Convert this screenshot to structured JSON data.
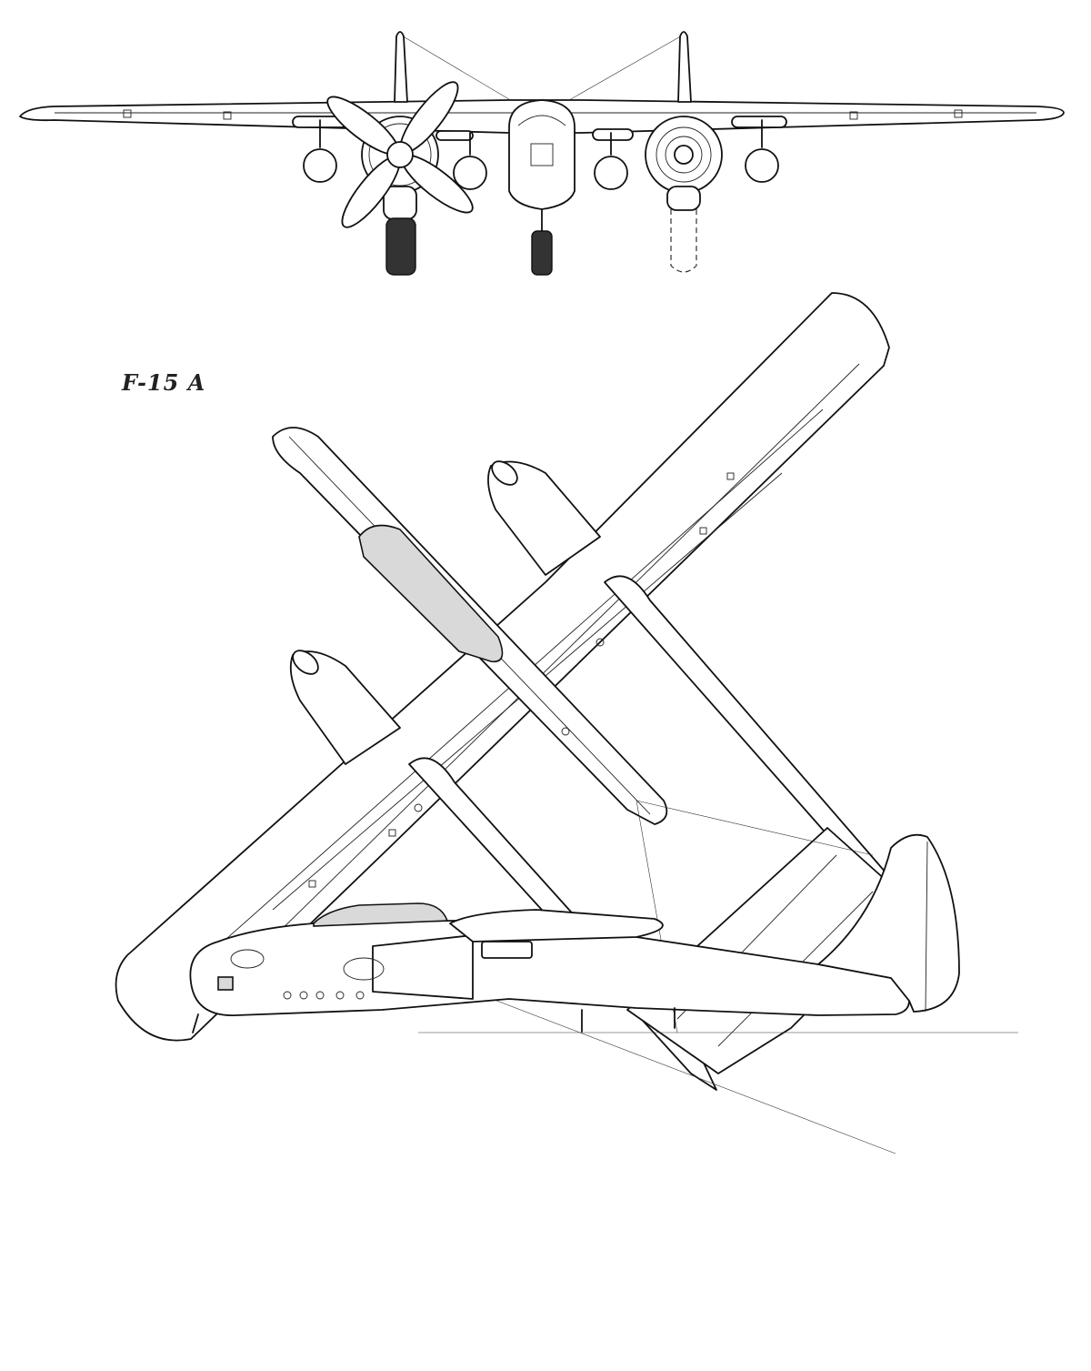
{
  "drawing": {
    "model_label": "F-15 A",
    "views": [
      "front-view",
      "top-view",
      "side-view"
    ],
    "style": "black line art on white",
    "colors": {
      "line": "#111111",
      "background": "#ffffff",
      "shading": "#d9d9d9"
    }
  }
}
